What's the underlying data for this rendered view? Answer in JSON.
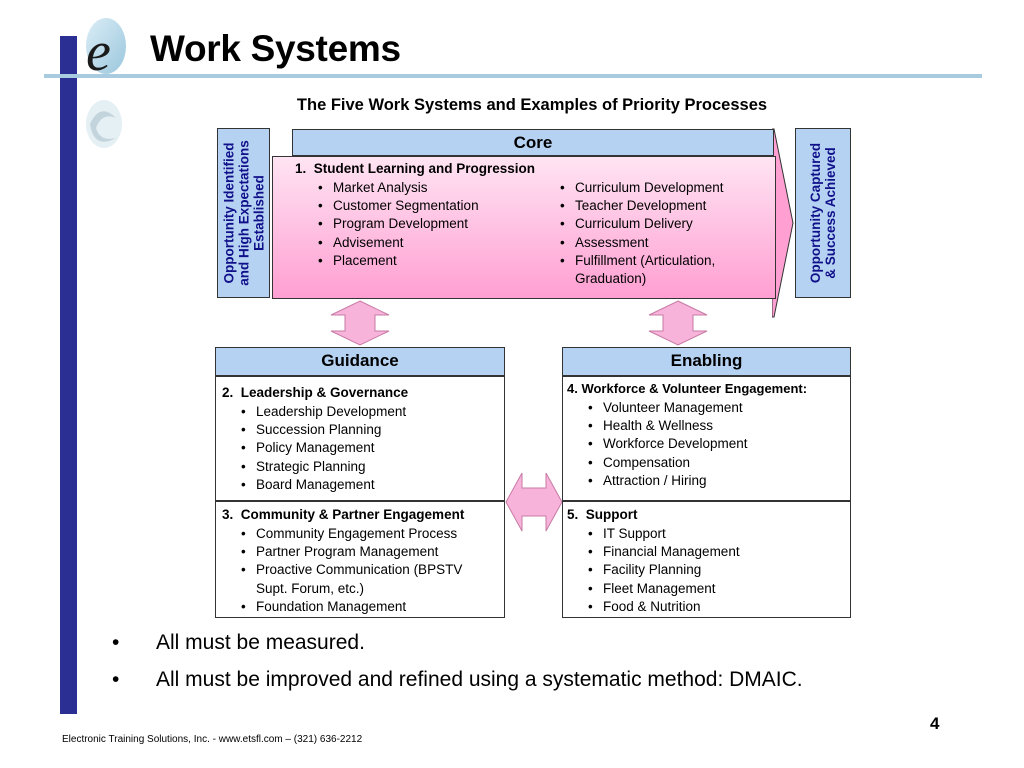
{
  "slide": {
    "title": "Work Systems",
    "subtitle": "The Five Work Systems and Examples of Priority Processes",
    "page_number": "4",
    "footer": "Electronic Training Solutions, Inc. - www.etsfl.com – (321) 636-2212"
  },
  "logo": {
    "letter": "e"
  },
  "side_labels": {
    "left": [
      "Opportunity Identified",
      "and High Expectations",
      "Established"
    ],
    "right": [
      "Opportunity Captured",
      "& Success Achieved"
    ]
  },
  "core": {
    "header": "Core",
    "number": "1.",
    "title": "Student Learning and Progression",
    "col1": [
      "Market Analysis",
      "Customer Segmentation",
      "Program Development",
      "Advisement",
      "Placement"
    ],
    "col2": [
      "Curriculum Development",
      "Teacher Development",
      "Curriculum Delivery",
      "Assessment",
      "Fulfillment (Articulation,"
    ],
    "col2_wrap": "Graduation)"
  },
  "guidance": {
    "header": "Guidance",
    "leadership": {
      "number": "2.",
      "title": "Leadership & Governance",
      "items": [
        "Leadership Development",
        "Succession Planning",
        "Policy Management",
        "Strategic Planning",
        "Board Management"
      ]
    },
    "community": {
      "number": "3.",
      "title": "Community & Partner Engagement",
      "items": [
        "Community Engagement Process",
        "Partner Program Management",
        "Proactive Communication (BPSTV",
        "Foundation Management"
      ],
      "item3_wrap": "Supt. Forum, etc.)"
    }
  },
  "enabling": {
    "header": "Enabling",
    "workforce": {
      "title": "4. Workforce & Volunteer Engagement:",
      "items": [
        "Volunteer Management",
        "Health & Wellness",
        "Workforce Development",
        "Compensation",
        "Attraction / Hiring"
      ]
    },
    "support": {
      "number": "5.",
      "title": "Support",
      "items": [
        "IT Support",
        "Financial Management",
        "Facility Planning",
        "Fleet Management",
        "Food & Nutrition"
      ]
    }
  },
  "bullets": [
    "All must be measured.",
    "All must be improved and refined using a systematic method: DMAIC."
  ],
  "colors": {
    "accent_bar": "#2b2f93",
    "header_fill": "#b6d2f2",
    "core_gradient_top": "#ffe4f3",
    "core_gradient_bottom": "#ff9fd2",
    "arrow_fill": "#f7b3d9",
    "label_text": "#10108a"
  }
}
